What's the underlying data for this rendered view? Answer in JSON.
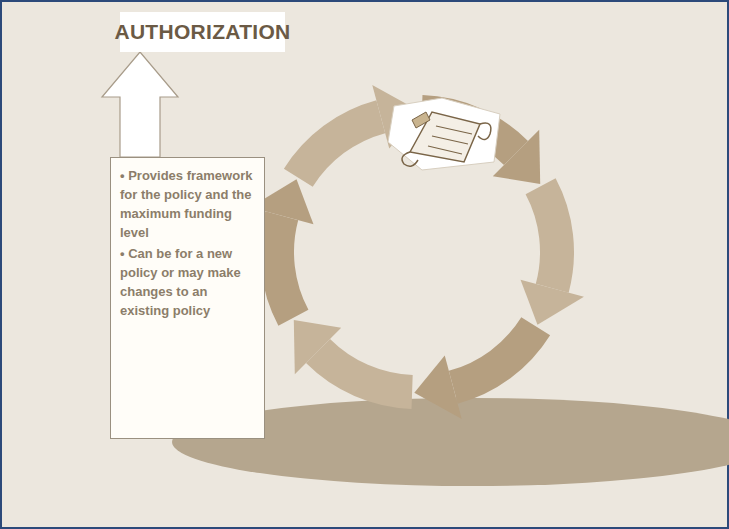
{
  "diagram": {
    "nodes": [
      {
        "text": [
          "AUTHORIZATION"
        ]
      },
      {
        "text": [
          "• Provides framework for the policy and the maximum funding level",
          "• Can be for a new policy or may make changes to an existing policy"
        ]
      }
    ],
    "edges": [
      {
        "from": 1,
        "to": 0,
        "arrow": "to"
      }
    ]
  }
}
